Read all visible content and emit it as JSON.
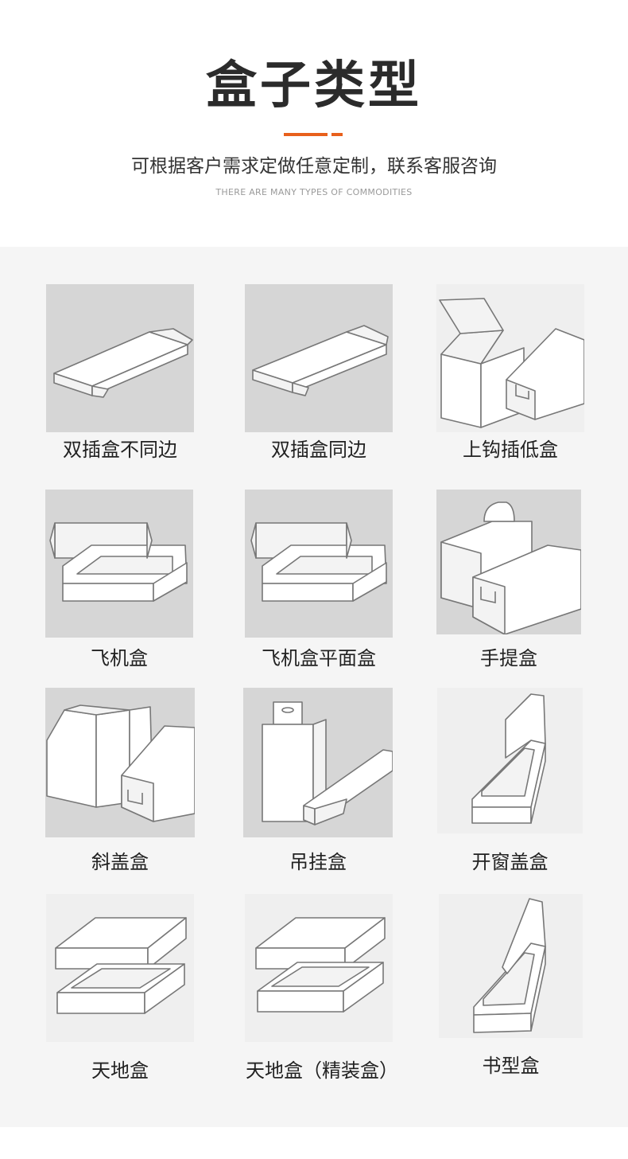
{
  "header": {
    "title": "盒子类型",
    "subtitle": "可根据客户需求定做任意定制，联系客服咨询",
    "subtitle_en": "THERE ARE MANY TYPES OF COMMODITIES",
    "accent_color": "#e8601c"
  },
  "items": [
    {
      "label": "双插盒不同边",
      "icon": "double-tuck-box-unequal-icon"
    },
    {
      "label": "双插盒同边",
      "icon": "double-tuck-box-equal-icon"
    },
    {
      "label": "上钩插低盒",
      "icon": "tuck-top-lock-bottom-box-icon"
    },
    {
      "label": "飞机盒",
      "icon": "mailer-box-icon"
    },
    {
      "label": "飞机盒平面盒",
      "icon": "mailer-flat-box-icon"
    },
    {
      "label": "手提盒",
      "icon": "handle-box-icon"
    },
    {
      "label": "斜盖盒",
      "icon": "slant-lid-box-icon"
    },
    {
      "label": "吊挂盒",
      "icon": "hanging-box-icon"
    },
    {
      "label": "开窗盖盒",
      "icon": "window-lid-box-icon"
    },
    {
      "label": "天地盒",
      "icon": "lid-base-box-icon"
    },
    {
      "label": "天地盒（精装盒）",
      "icon": "rigid-lid-base-box-icon"
    },
    {
      "label": "书型盒",
      "icon": "book-box-icon"
    }
  ]
}
